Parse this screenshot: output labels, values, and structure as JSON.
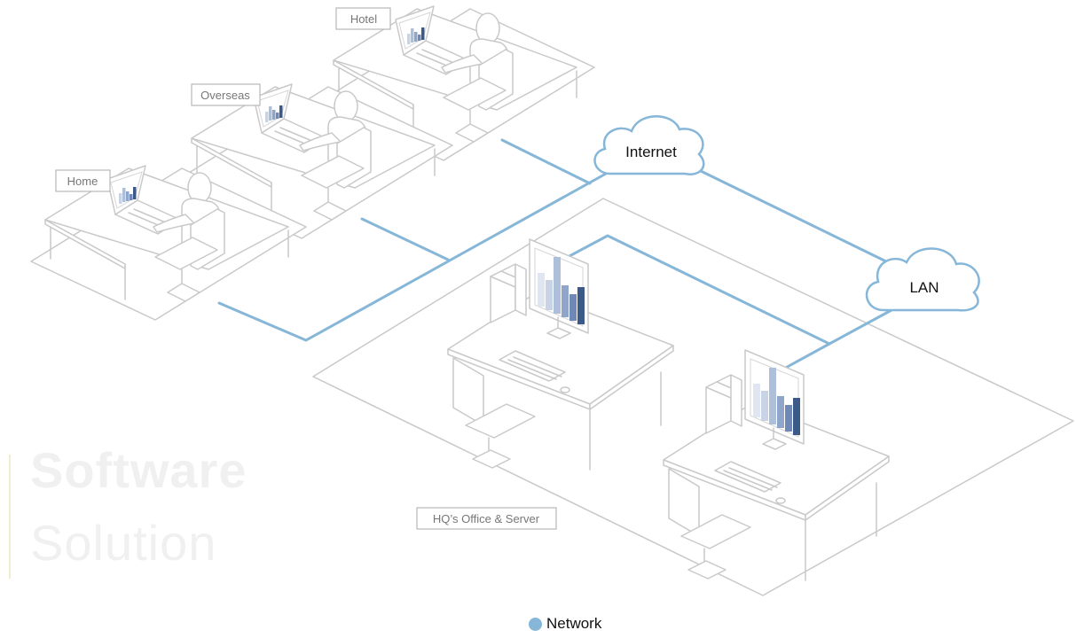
{
  "locations": {
    "hotel": "Hotel",
    "overseas": "Overseas",
    "home": "Home",
    "hq": "HQ’s Office & Server"
  },
  "clouds": {
    "internet": "Internet",
    "lan": "LAN"
  },
  "watermark": {
    "line1": "Software",
    "line2": "Solution"
  },
  "legend": {
    "label": "Network",
    "color": "#86b6d8"
  },
  "colors": {
    "network": "#86b6d8",
    "outline": "#c9c9c9",
    "chart_dark": "#3c5a88",
    "chart_light": "#c8d4e6"
  }
}
